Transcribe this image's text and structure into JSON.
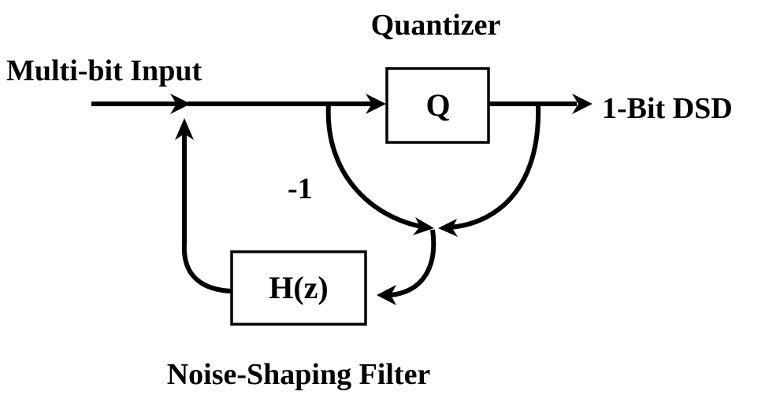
{
  "labels": {
    "quantizer_title": "Quantizer",
    "input": "Multi-bit Input",
    "quantizer_symbol": "Q",
    "output": "1-Bit DSD",
    "negative_gain": "-1",
    "filter_symbol": "H(z)",
    "filter_title": "Noise-Shaping Filter"
  },
  "colors": {
    "stroke": "#000000",
    "background": "#ffffff"
  }
}
